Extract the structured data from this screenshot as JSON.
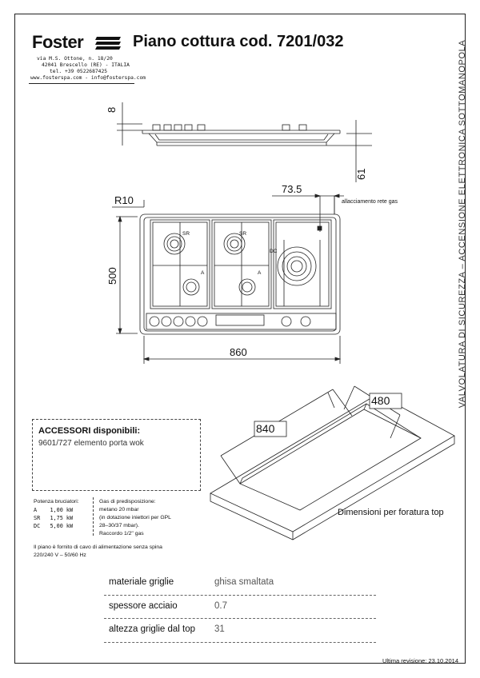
{
  "header": {
    "brand": "Foster",
    "title": "Piano cottura cod. 7201/032",
    "address_lines": [
      "via M.S. Ottone, n. 18/20",
      "42041 Brescello (RE) - ITALIA",
      "tel. +39 0522687425",
      "www.fosterspa.com - info@fosterspa.com"
    ]
  },
  "side_text": "VALVOLATURA DI SICUREZZA – ACCENSIONE ELETTRONICA SOTTOMANOPOLA",
  "drawing": {
    "dim_height_top": "8",
    "dim_depth": "61",
    "dim_offset": "73.5",
    "gas_label": "allacciamento rete gas",
    "radius": "R10",
    "dim_height": "500",
    "dim_width": "860",
    "burners": [
      {
        "label": "SR"
      },
      {
        "label": "SR"
      },
      {
        "label": "DC"
      },
      {
        "label": "A"
      },
      {
        "label": "A"
      }
    ],
    "cutout_width": "840",
    "cutout_depth": "480",
    "cutout_caption": "Dimensioni per foratura top"
  },
  "accessories": {
    "title": "ACCESSORI disponibili:",
    "item": "9601/727 elemento porta wok"
  },
  "power": {
    "title": "Potenza bruciatori:",
    "rows": [
      "A    1,00 kW",
      "SR   1,75 kW",
      "DC   5,00 kW"
    ]
  },
  "gas": {
    "lines": [
      "Gas di predisposizione:",
      "metano 20 mbar",
      "(in dotazione iniettori per GPL",
      "28–30/37 mbar).",
      "Raccordo 1/2\" gas"
    ]
  },
  "supply": {
    "lines": [
      "Il piano è fornito di cavo di alimentazione senza spina",
      "220/240 V – 50/60 Hz"
    ]
  },
  "specs": [
    {
      "label": "materiale griglie",
      "value": "ghisa smaltata"
    },
    {
      "label": "spessore acciaio",
      "value": "0.7"
    },
    {
      "label": "altezza griglie dal top",
      "value": "31"
    }
  ],
  "footer": "Ultima revisione: 23.10.2014"
}
